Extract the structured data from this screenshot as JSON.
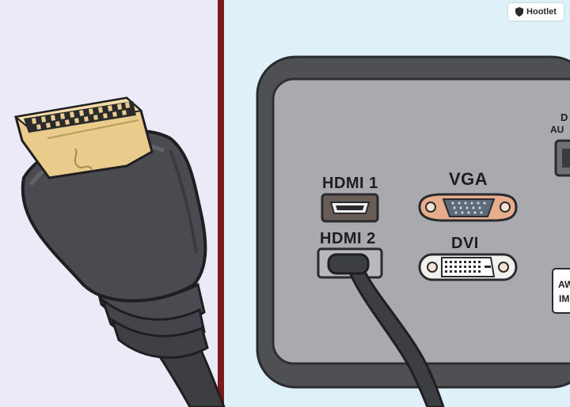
{
  "watermark": {
    "text": "Hootlet",
    "icon": "shield-icon"
  },
  "ports": {
    "hdmi1": "HDMI 1",
    "vga": "VGA",
    "hdmi2": "HDMI 2",
    "dvi": "DVI",
    "audio_partial_line1": "D",
    "audio_partial_line2": "AU",
    "label_partial_line1": "AW",
    "label_partial_line2": "IM"
  },
  "colors": {
    "left_panel_bg": "#eceaf6",
    "right_panel_bg": "#dff1f8",
    "divider": "#7a1a1a",
    "device_frame": "#4f5054",
    "device_face": "#a9aaae",
    "cable": "#3d3e42",
    "hdmi_gold": "#e9cc8c",
    "vga_body": "#e7ad8c"
  }
}
